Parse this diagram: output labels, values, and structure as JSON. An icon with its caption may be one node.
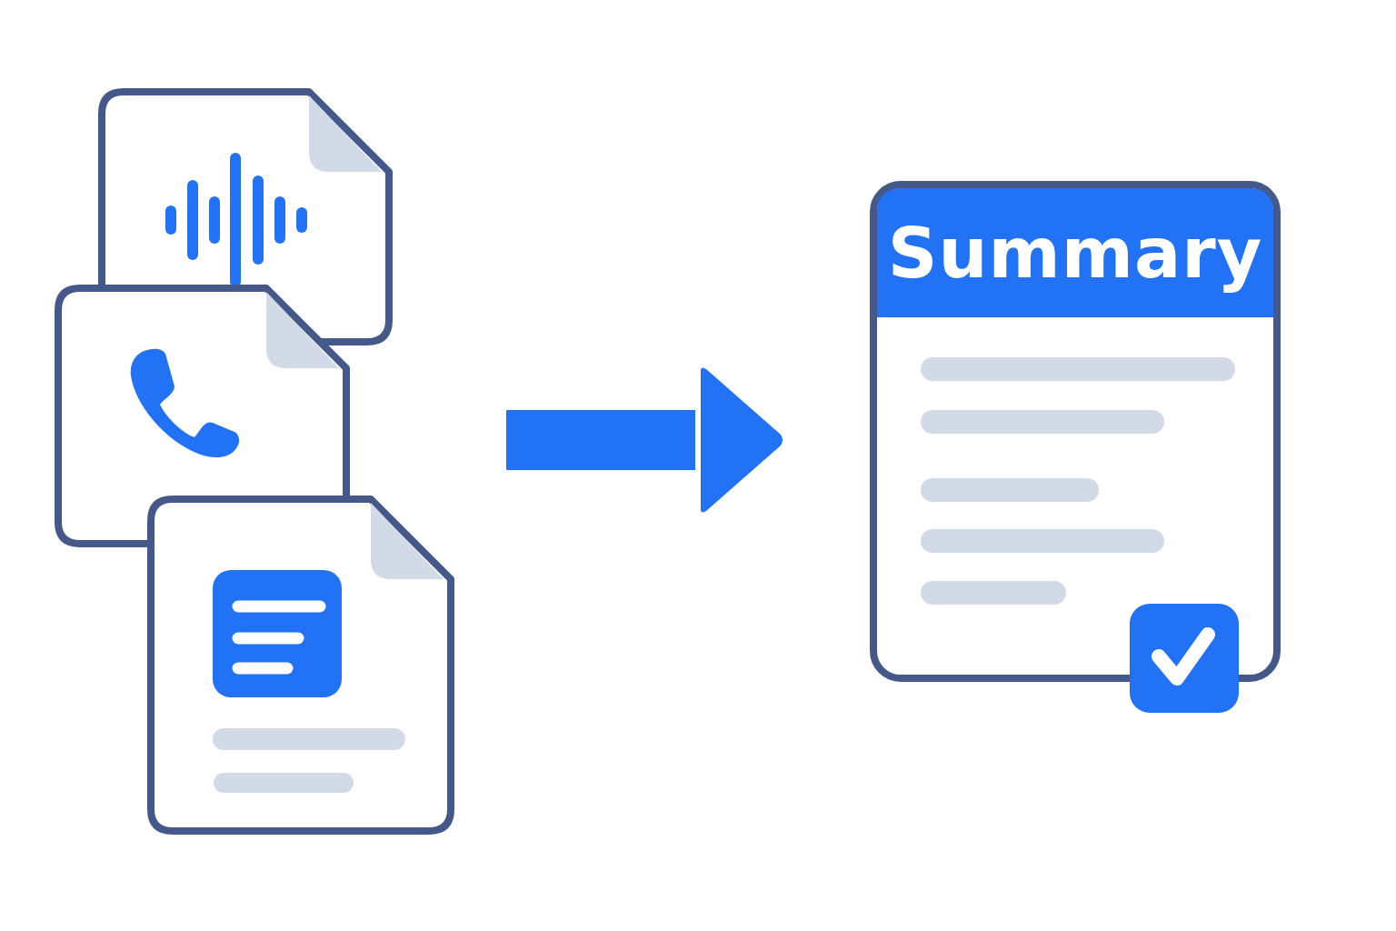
{
  "diagram": {
    "nodes": [
      {
        "text": [],
        "shape": "document"
      },
      {
        "text": [],
        "shape": "document"
      },
      {
        "text": [],
        "shape": "document"
      },
      {
        "text": [
          "Summary"
        ]
      }
    ],
    "edges": [
      {
        "from": null,
        "to": 3,
        "arrow": "to"
      }
    ]
  }
}
